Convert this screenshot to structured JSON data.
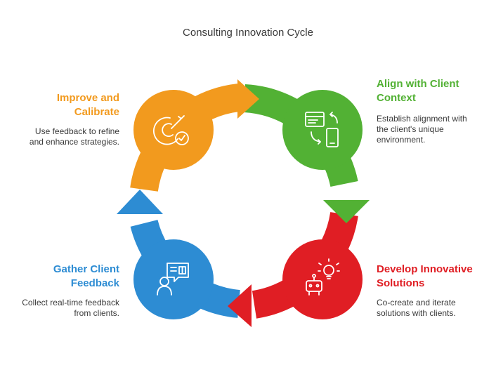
{
  "title": "Consulting Innovation Cycle",
  "colors": {
    "orange": "#F29A1E",
    "green": "#52B134",
    "red": "#E01E24",
    "blue": "#2D8CD3"
  },
  "steps": [
    {
      "id": "improve",
      "heading_lines": [
        "Improve and",
        "Calibrate"
      ],
      "desc_lines": [
        "Use feedback to refine",
        "and enhance strategies."
      ],
      "icon": "target-check-icon"
    },
    {
      "id": "align",
      "heading_lines": [
        "Align with Client",
        "Context"
      ],
      "desc_lines": [
        "Establish alignment with",
        "the client's unique",
        "environment."
      ],
      "icon": "devices-sync-icon"
    },
    {
      "id": "develop",
      "heading_lines": [
        "Develop Innovative",
        "Solutions"
      ],
      "desc_lines": [
        "Co-create and iterate",
        "solutions with clients."
      ],
      "icon": "robot-lightbulb-icon"
    },
    {
      "id": "gather",
      "heading_lines": [
        "Gather Client",
        "Feedback"
      ],
      "desc_lines": [
        "Collect real-time feedback",
        "from clients."
      ],
      "icon": "person-chat-icon"
    }
  ]
}
